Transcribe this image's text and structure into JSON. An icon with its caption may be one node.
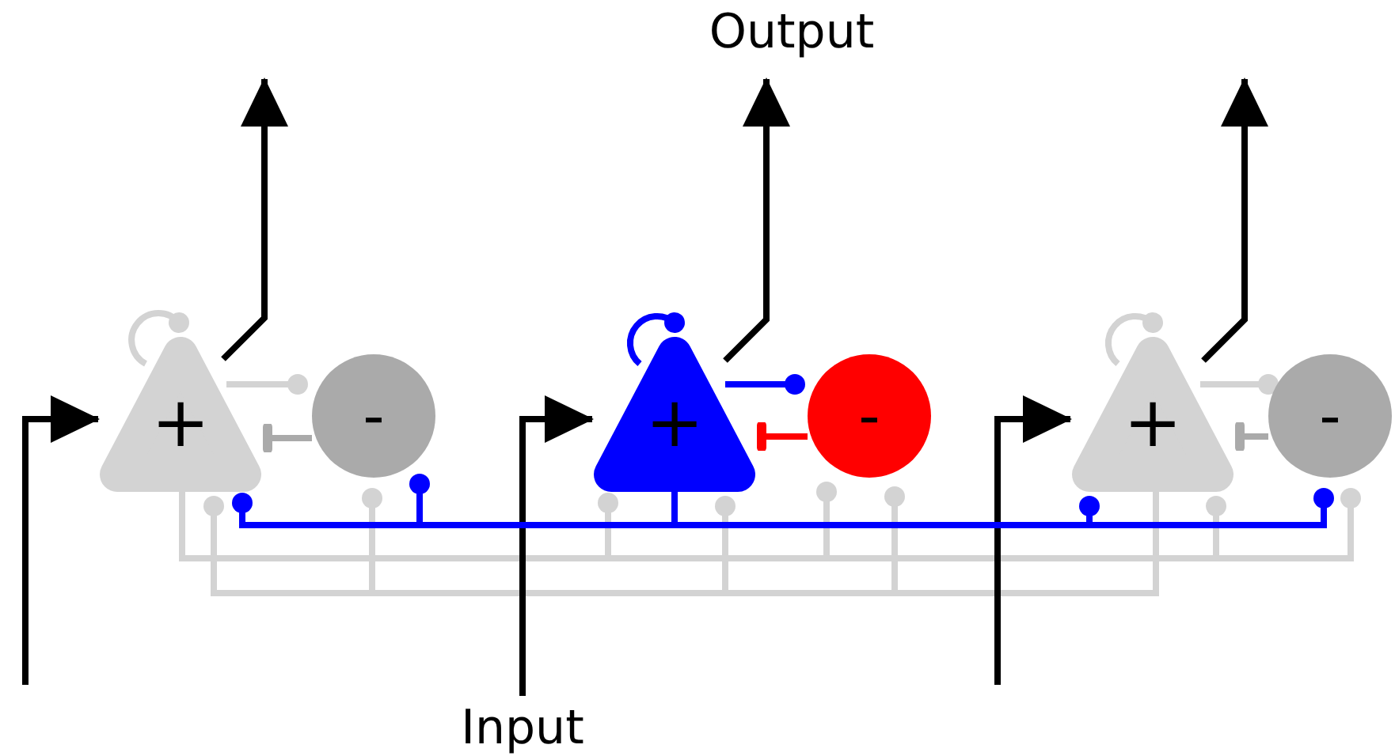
{
  "diagram": {
    "nodes": [
      {
        "text": [
          "+"
        ]
      },
      {
        "text": [
          "-"
        ]
      },
      {
        "text": [
          "+"
        ]
      },
      {
        "text": [
          "-"
        ]
      },
      {
        "text": [
          "+"
        ]
      },
      {
        "text": [
          "-"
        ]
      },
      {
        "text": [
          "Output"
        ]
      },
      {
        "text": [
          "Input"
        ]
      }
    ],
    "edges": [
      {
        "from": null,
        "to": 0,
        "arrow": "to",
        "color": "#000000"
      },
      {
        "from": 7,
        "to": 2,
        "arrow": "to",
        "color": "#000000"
      },
      {
        "from": null,
        "to": 4,
        "arrow": "to",
        "color": "#000000"
      },
      {
        "from": 0,
        "to": null,
        "arrow": "to",
        "color": "#000000"
      },
      {
        "from": 2,
        "to": 6,
        "arrow": "to",
        "color": "#000000"
      },
      {
        "from": 4,
        "to": null,
        "arrow": "to",
        "color": "#000000"
      },
      {
        "from": 0,
        "to": 0,
        "arrow": "other",
        "color": "#d3d3d3"
      },
      {
        "from": 2,
        "to": 2,
        "arrow": "other",
        "color": "#0000ff"
      },
      {
        "from": 4,
        "to": 4,
        "arrow": "other",
        "color": "#d3d3d3"
      },
      {
        "from": 0,
        "to": 1,
        "arrow": "other",
        "color": "#d3d3d3"
      },
      {
        "from": 2,
        "to": 3,
        "arrow": "other",
        "color": "#0000ff"
      },
      {
        "from": 4,
        "to": 5,
        "arrow": "other",
        "color": "#d3d3d3"
      },
      {
        "from": 1,
        "to": 0,
        "arrow": "other",
        "color": "#aaaaaa"
      },
      {
        "from": 3,
        "to": 2,
        "arrow": "other",
        "color": "#ff0000"
      },
      {
        "from": 5,
        "to": 4,
        "arrow": "other",
        "color": "#aaaaaa"
      },
      {
        "from": 2,
        "to": 0,
        "arrow": "other",
        "color": "#0000ff"
      },
      {
        "from": 2,
        "to": 1,
        "arrow": "other",
        "color": "#0000ff"
      },
      {
        "from": 2,
        "to": 4,
        "arrow": "other",
        "color": "#0000ff"
      },
      {
        "from": 2,
        "to": 5,
        "arrow": "other",
        "color": "#0000ff"
      },
      {
        "from": 0,
        "to": 2,
        "arrow": "other",
        "color": "#d3d3d3"
      },
      {
        "from": 0,
        "to": 3,
        "arrow": "other",
        "color": "#d3d3d3"
      },
      {
        "from": 0,
        "to": 4,
        "arrow": "other",
        "color": "#d3d3d3"
      },
      {
        "from": 0,
        "to": 5,
        "arrow": "other",
        "color": "#d3d3d3"
      },
      {
        "from": 4,
        "to": 0,
        "arrow": "other",
        "color": "#d3d3d3"
      },
      {
        "from": 4,
        "to": 1,
        "arrow": "other",
        "color": "#d3d3d3"
      },
      {
        "from": 4,
        "to": 2,
        "arrow": "other",
        "color": "#d3d3d3"
      },
      {
        "from": 4,
        "to": 3,
        "arrow": "other",
        "color": "#d3d3d3"
      }
    ]
  }
}
